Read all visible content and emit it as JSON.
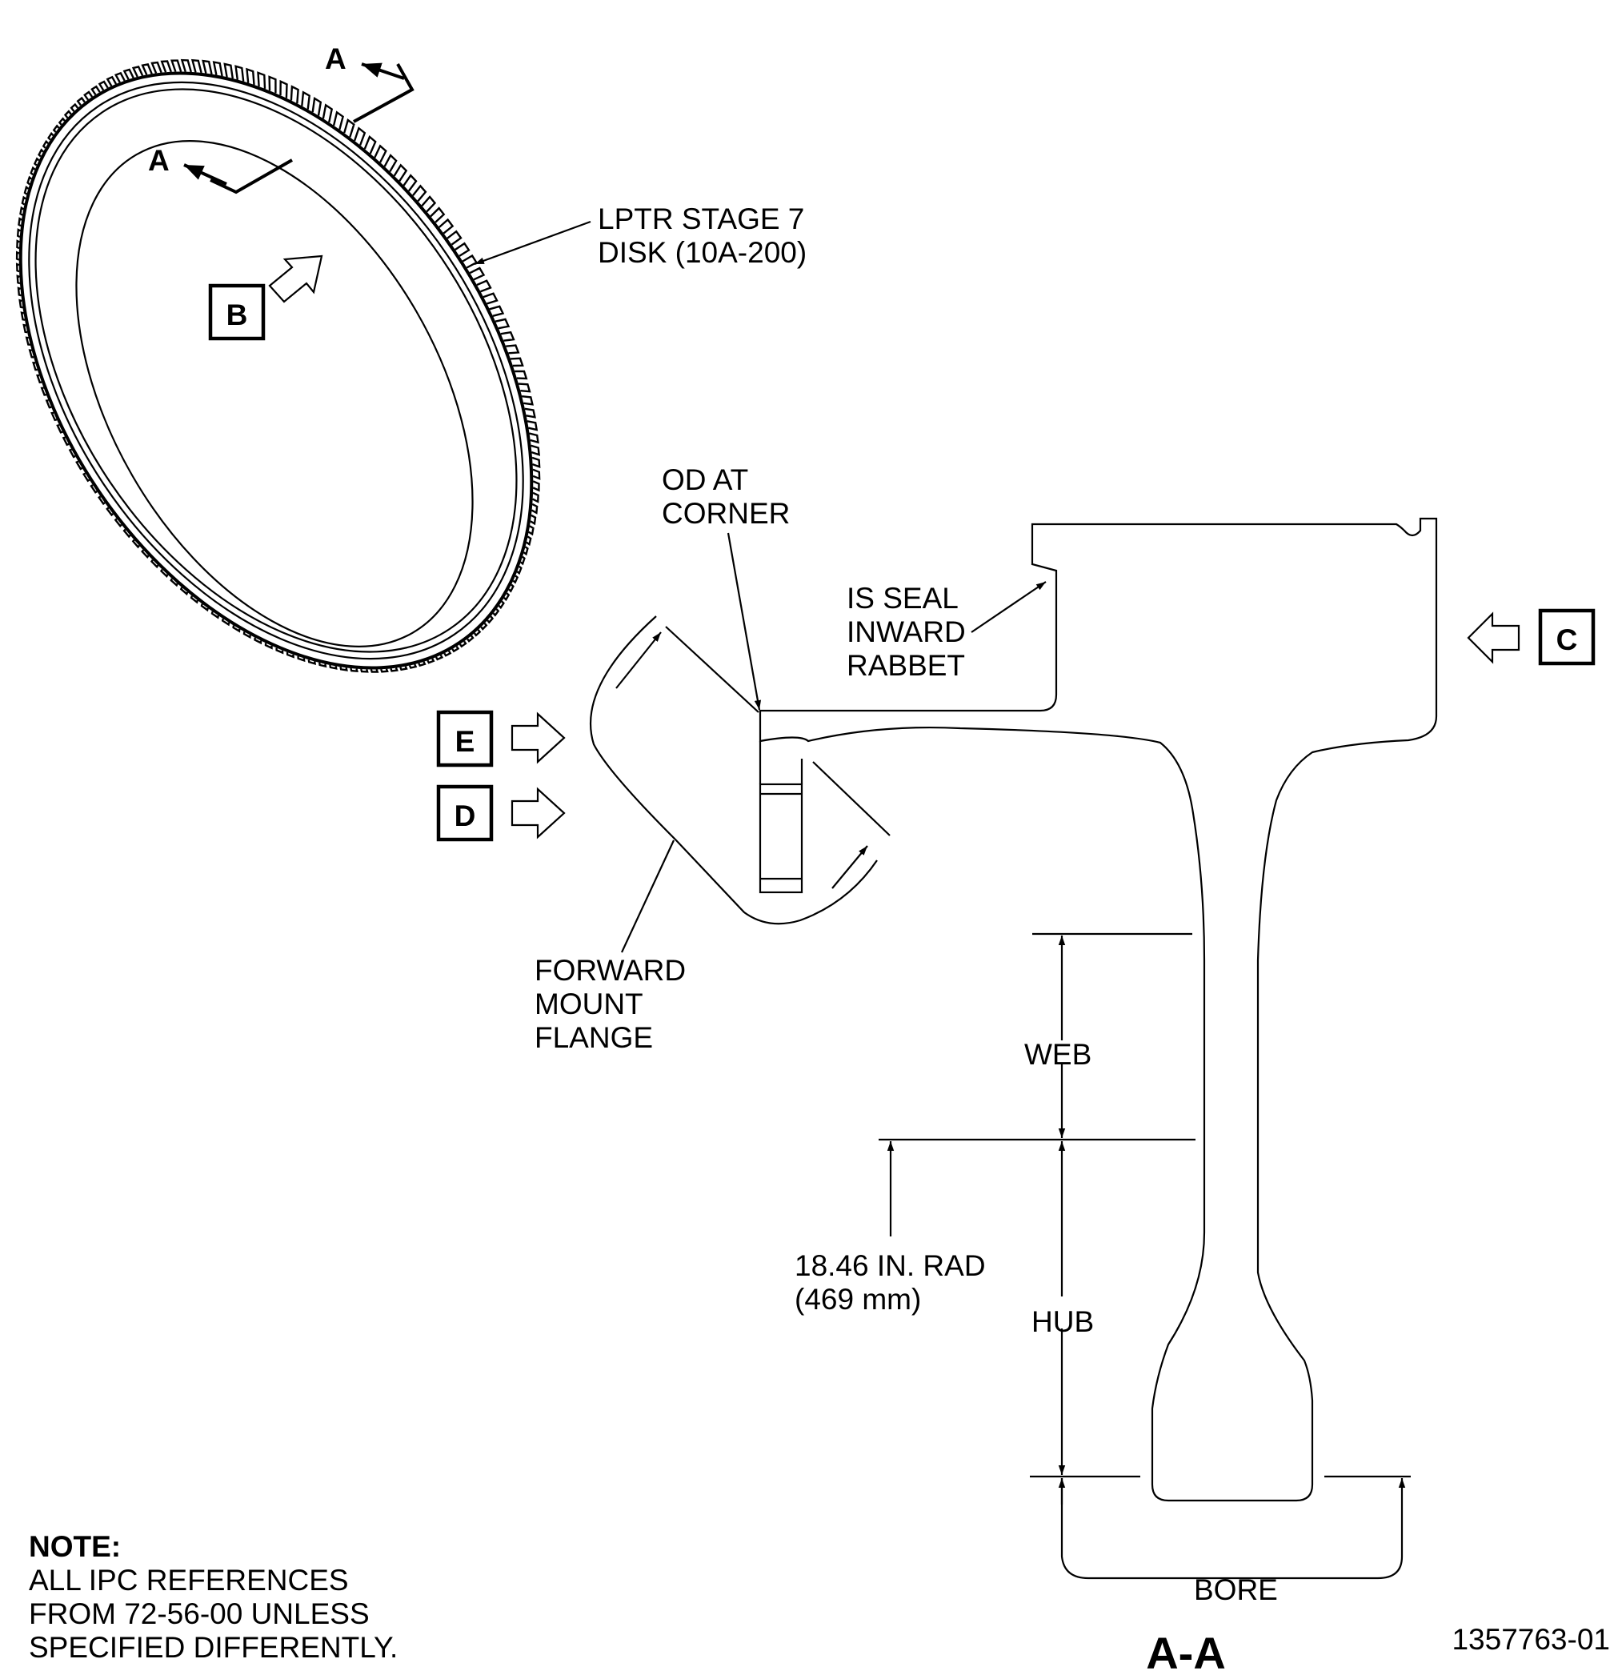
{
  "disk_label": {
    "line1": "LPTR STAGE 7",
    "line2": "DISK (10A-200)"
  },
  "section_marker": "A",
  "view_b": "B",
  "view_c": "C",
  "view_d": "D",
  "view_e": "E",
  "od_label": {
    "line1": "OD AT",
    "line2": "CORNER"
  },
  "seal_label": {
    "line1": "IS SEAL",
    "line2": "INWARD",
    "line3": "RABBET"
  },
  "flange_label": {
    "line1": "FORWARD",
    "line2": "MOUNT",
    "line3": "FLANGE"
  },
  "web_label": "WEB",
  "hub_label": "HUB",
  "bore_label": "BORE",
  "radius_label": {
    "line1": "18.46 IN. RAD",
    "line2": "(469 mm)"
  },
  "section_title": "A-A",
  "note": {
    "heading": "NOTE:",
    "line1": "ALL IPC REFERENCES",
    "line2": "FROM 72-56-00 UNLESS",
    "line3": "SPECIFIED DIFFERENTLY."
  },
  "figure_id": "1357763-01"
}
